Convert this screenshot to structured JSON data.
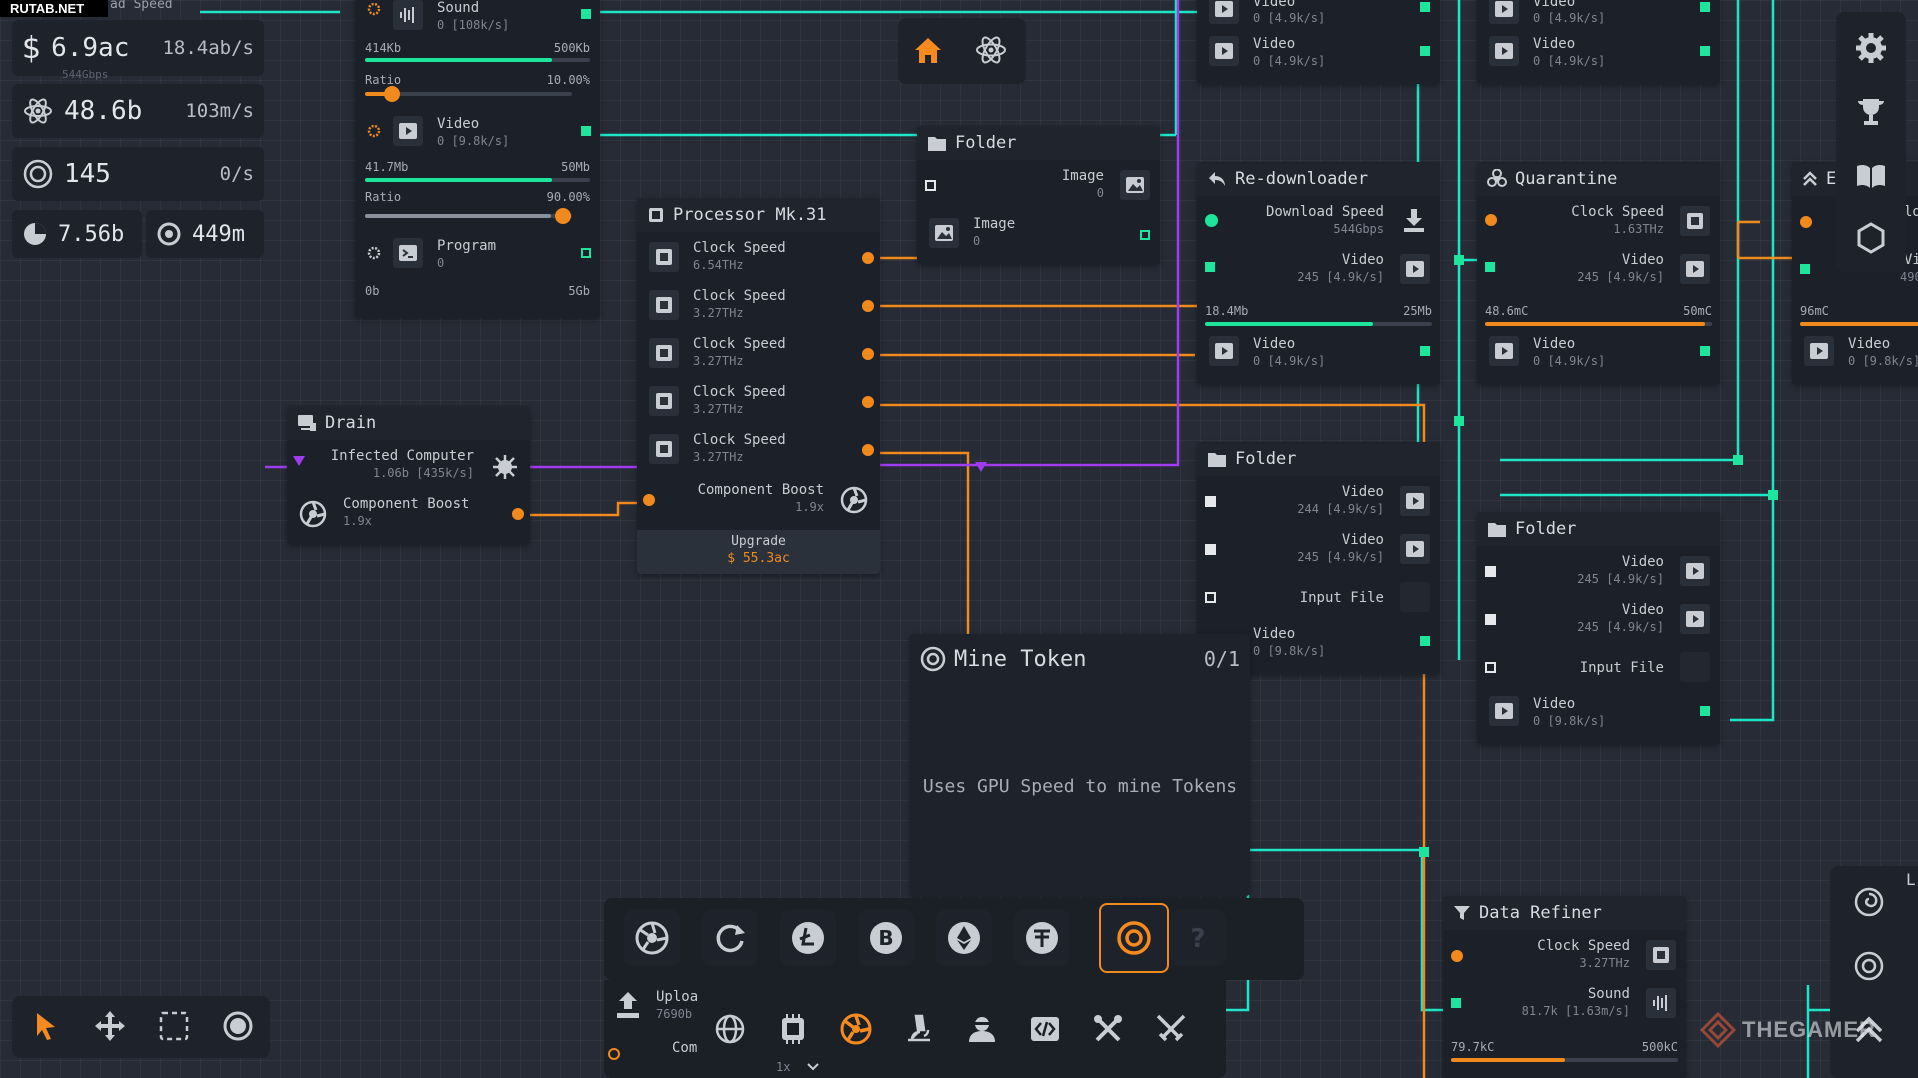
{
  "watermark": "RUTAB.NET",
  "colors": {
    "wire_cyan": "#1de5c8",
    "wire_orange": "#f08a1c",
    "wire_purple": "#a03cf0",
    "port_green": "#1de59b"
  },
  "stats": {
    "top_label": "ad Speed",
    "money": {
      "icon": "dollar-icon",
      "value": "6.9ac",
      "rate": "18.4ab/s",
      "sub": "544Gbps"
    },
    "research": {
      "icon": "atom-icon",
      "value": "48.6b",
      "rate": "103m/s"
    },
    "tokens": {
      "icon": "token-icon",
      "value": "145",
      "rate": "0/s"
    },
    "pie": {
      "icon": "pie-icon",
      "value": "7.56b"
    },
    "ring": {
      "icon": "ring-icon",
      "value": "449m"
    }
  },
  "top_center": {
    "home": "home-icon",
    "atom": "atom-icon"
  },
  "media_node": {
    "sound": {
      "label": "Sound",
      "sub": "0 [108k/s]"
    },
    "bar1": {
      "left": "414Kb",
      "right": "500Kb",
      "fill": 0.83
    },
    "ratio1": {
      "label": "Ratio",
      "value": "10.00%",
      "fill": 0.1
    },
    "video": {
      "label": "Video",
      "sub": "0 [9.8k/s]"
    },
    "bar2": {
      "left": "41.7Mb",
      "right": "50Mb",
      "fill": 0.83
    },
    "ratio2": {
      "label": "Ratio",
      "value": "90.00%",
      "fill": 0.9
    },
    "program": {
      "label": "Program",
      "sub": "0"
    },
    "bar3": {
      "left": "0b",
      "right": "5Gb",
      "fill": 0
    }
  },
  "drain": {
    "title": "Drain",
    "infected": {
      "label": "Infected Computer",
      "sub": "1.06b [435k/s]"
    },
    "boost": {
      "label": "Component Boost",
      "sub": "1.9x"
    }
  },
  "processor": {
    "title": "Processor Mk.31",
    "rows": [
      {
        "label": "Clock Speed",
        "sub": "6.54THz"
      },
      {
        "label": "Clock Speed",
        "sub": "3.27THz"
      },
      {
        "label": "Clock Speed",
        "sub": "3.27THz"
      },
      {
        "label": "Clock Speed",
        "sub": "3.27THz"
      },
      {
        "label": "Clock Speed",
        "sub": "3.27THz"
      }
    ],
    "boost": {
      "label": "Component Boost",
      "sub": "1.9x"
    },
    "upgrade": {
      "label": "Upgrade",
      "cost": "$ 55.3ac"
    }
  },
  "folder_top": {
    "title": "Folder",
    "in": {
      "label": "Image",
      "sub": "0"
    },
    "out": {
      "label": "Image",
      "sub": "0"
    }
  },
  "redownloader": {
    "title": "Re-downloader",
    "top": [
      {
        "label": "Video",
        "sub": "0 [4.9k/s]"
      },
      {
        "label": "Video",
        "sub": "0 [4.9k/s]"
      }
    ],
    "dl": {
      "label": "Download Speed",
      "sub": "544Gbps"
    },
    "vid": {
      "label": "Video",
      "sub": "245 [4.9k/s]"
    },
    "bar": {
      "left": "18.4Mb",
      "right": "25Mb",
      "fill": 0.74
    },
    "out": {
      "label": "Video",
      "sub": "0 [4.9k/s]"
    }
  },
  "quarantine": {
    "title": "Quarantine",
    "top": [
      {
        "label": "Video",
        "sub": "0 [4.9k/s]"
      },
      {
        "label": "Video",
        "sub": "0 [4.9k/s]"
      }
    ],
    "clock": {
      "label": "Clock Speed",
      "sub": "1.63THz"
    },
    "vid": {
      "label": "Video",
      "sub": "245 [4.9k/s]"
    },
    "bar": {
      "left": "48.6mC",
      "right": "50mC",
      "fill": 0.97
    },
    "out": {
      "label": "Video",
      "sub": "0 [4.9k/s]"
    }
  },
  "edge_node": {
    "title": "E",
    "bar_left": "96mC",
    "out": {
      "label": "Video",
      "sub": "0 [9.8k/s]"
    },
    "r1": "lo",
    "r2": "Vi",
    "r3": "490"
  },
  "folder_mid": {
    "title": "Folder",
    "rows": [
      {
        "label": "Video",
        "sub": "244 [4.9k/s]"
      },
      {
        "label": "Video",
        "sub": "245 [4.9k/s]"
      }
    ],
    "input": "Input File",
    "out": {
      "label": "Video",
      "sub": "0 [9.8k/s]"
    }
  },
  "folder_right": {
    "title": "Folder",
    "rows": [
      {
        "label": "Video",
        "sub": "245 [4.9k/s]"
      },
      {
        "label": "Video",
        "sub": "245 [4.9k/s]"
      }
    ],
    "input": "Input File",
    "out": {
      "label": "Video",
      "sub": "0 [9.8k/s]"
    }
  },
  "mine": {
    "title": "Mine Token",
    "count": "0/1",
    "desc": "Uses GPU Speed to mine Tokens"
  },
  "data_refiner": {
    "title": "Data Refiner",
    "clock": {
      "label": "Clock Speed",
      "sub": "3.27THz"
    },
    "sound": {
      "label": "Sound",
      "sub": "81.7k [1.63m/s]"
    },
    "bar": {
      "left": "79.7kC",
      "right": "500kC",
      "fill": 0.5
    }
  },
  "toolbar": {
    "tokens": [
      "crypto-icon",
      "refresh-icon",
      "litecoin-icon",
      "bitcoin-icon",
      "ethereum-icon",
      "tether-icon",
      "target-token-icon",
      "unknown-icon"
    ],
    "upload_label": "Uploa",
    "upload_sub": "7690b",
    "com_label": "Com",
    "speed": "1x"
  },
  "tools": [
    "pointer-icon",
    "move-icon",
    "select-icon",
    "circle-icon"
  ],
  "right_rail": [
    "gear-icon",
    "trophy-icon",
    "book-icon",
    "hexagon-icon"
  ],
  "right_rail_bottom": {
    "a": "spiral-icon",
    "b": "target-icon",
    "c": "chevron-up-icon",
    "label": "L"
  },
  "thegamer": "THEGAMER"
}
